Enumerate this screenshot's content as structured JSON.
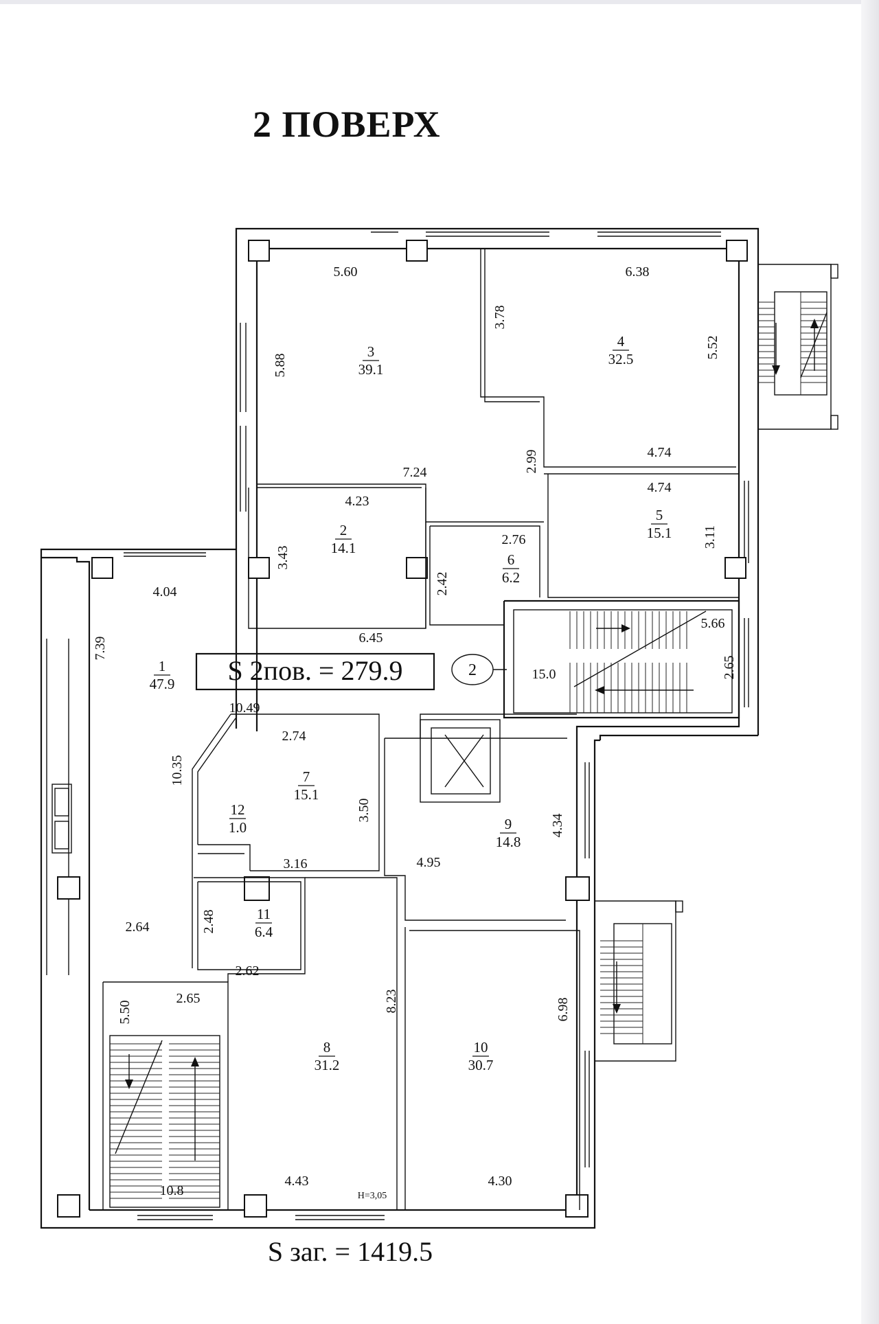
{
  "title": "2 ПОВЕРХ",
  "floor_area": "S 2пов. = 279.9",
  "total_area": "S заг. = 1419.5",
  "stair_marker": "2",
  "height_note": "H=3,05",
  "rooms": [
    {
      "num": "1",
      "area": "47.9"
    },
    {
      "num": "2",
      "area": "14.1"
    },
    {
      "num": "3",
      "area": "39.1"
    },
    {
      "num": "4",
      "area": "32.5"
    },
    {
      "num": "5",
      "area": "15.1"
    },
    {
      "num": "6",
      "area": "6.2"
    },
    {
      "num": "7",
      "area": "15.1"
    },
    {
      "num": "8",
      "area": "31.2"
    },
    {
      "num": "9",
      "area": "14.8"
    },
    {
      "num": "10",
      "area": "30.7"
    },
    {
      "num": "11",
      "area": "6.4"
    },
    {
      "num": "12",
      "area": "1.0"
    }
  ],
  "stair_areas": {
    "right_stair": "15.0",
    "left_stair": "10.8"
  },
  "dimensions": {
    "r3_top": "5.60",
    "r3_left": "5.88",
    "r3_bottom": "7.24",
    "r4_top": "6.38",
    "r4_right": "5.52",
    "r4_left": "3.78",
    "r4_bottom": "4.74",
    "r4_step": "2.99",
    "r5_top": "4.74",
    "r5_right": "3.11",
    "r2_top": "4.23",
    "r2_left": "3.43",
    "r2_bottom": "6.45",
    "r6_top": "2.76",
    "r6_left": "2.42",
    "stair_top": "5.66",
    "stair_right": "2.65",
    "r1_top": "4.04",
    "r1_left": "7.39",
    "r1_mid": "10.49",
    "r1_vert": "10.35",
    "r1_bottom": "2.64",
    "r7_top": "2.74",
    "r7_right": "3.50",
    "r7_bottom": "3.16",
    "r9_left": "4.95",
    "r9_right": "4.34",
    "r11_left": "2.48",
    "r11_bottom": "2.62",
    "ls_left": "5.50",
    "ls_top": "2.65",
    "r8_right": "8.23",
    "r8_bottom": "4.43",
    "r10_right": "6.98",
    "r10_bottom": "4.30"
  }
}
